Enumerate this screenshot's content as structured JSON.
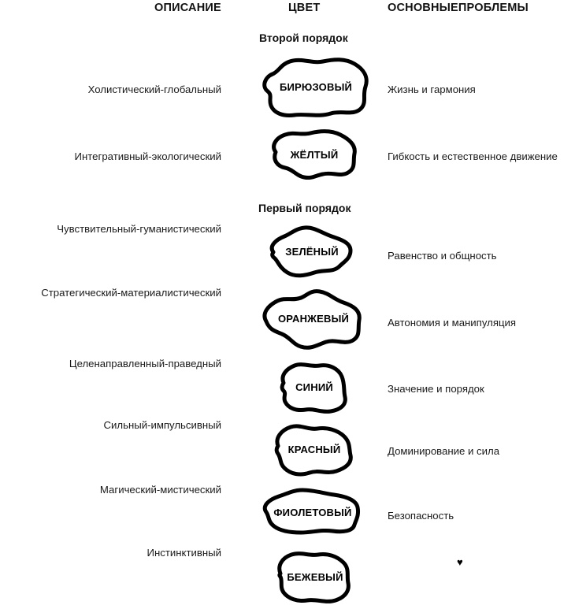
{
  "headers": {
    "description": "ОПИСАНИЕ",
    "color": "ЦВЕТ",
    "issues": "ОСНОВНЫЕПРОБЛЕМЫ"
  },
  "tiers": {
    "second_order": "Второй порядок",
    "first_order": "Первый порядок"
  },
  "rows": [
    {
      "description": "Холистический-глобальный",
      "color": "БИРЮЗОВЫЙ",
      "issue": "Жизнь и гармония",
      "tier": "Второй порядок"
    },
    {
      "description": "Интегративный-экологический",
      "color": "ЖЁЛТЫЙ",
      "issue": "Гибкость и естественное движение",
      "tier": "Второй порядок"
    },
    {
      "description": "Чувствительный-гуманистический",
      "color": "ЗЕЛЁНЫЙ",
      "issue": "Равенство и общность",
      "tier": "Первый порядок"
    },
    {
      "description": "Стратегический-материалистический",
      "color": "ОРАНЖЕВЫЙ",
      "issue": "Автономия и манипуляция",
      "tier": "Первый порядок"
    },
    {
      "description": "Целенаправленный-праведный",
      "color": "СИНИЙ",
      "issue": "Значение и порядок",
      "tier": "Первый порядок"
    },
    {
      "description": "Сильный-импульсивный",
      "color": "КРАСНЫЙ",
      "issue": "Доминирование и сила",
      "tier": "Первый порядок"
    },
    {
      "description": "Магический-мистический",
      "color": "ФИОЛЕТОВЫЙ",
      "issue": "Безопасность",
      "tier": "Первый порядок"
    },
    {
      "description": "Инстинктивный",
      "color": "БЕЖЕВЫЙ",
      "issue": "♥",
      "tier": "Первый порядок"
    }
  ],
  "marks": {
    "heart": "♥"
  },
  "style": {
    "ink": "#000000",
    "background": "#ffffff"
  }
}
